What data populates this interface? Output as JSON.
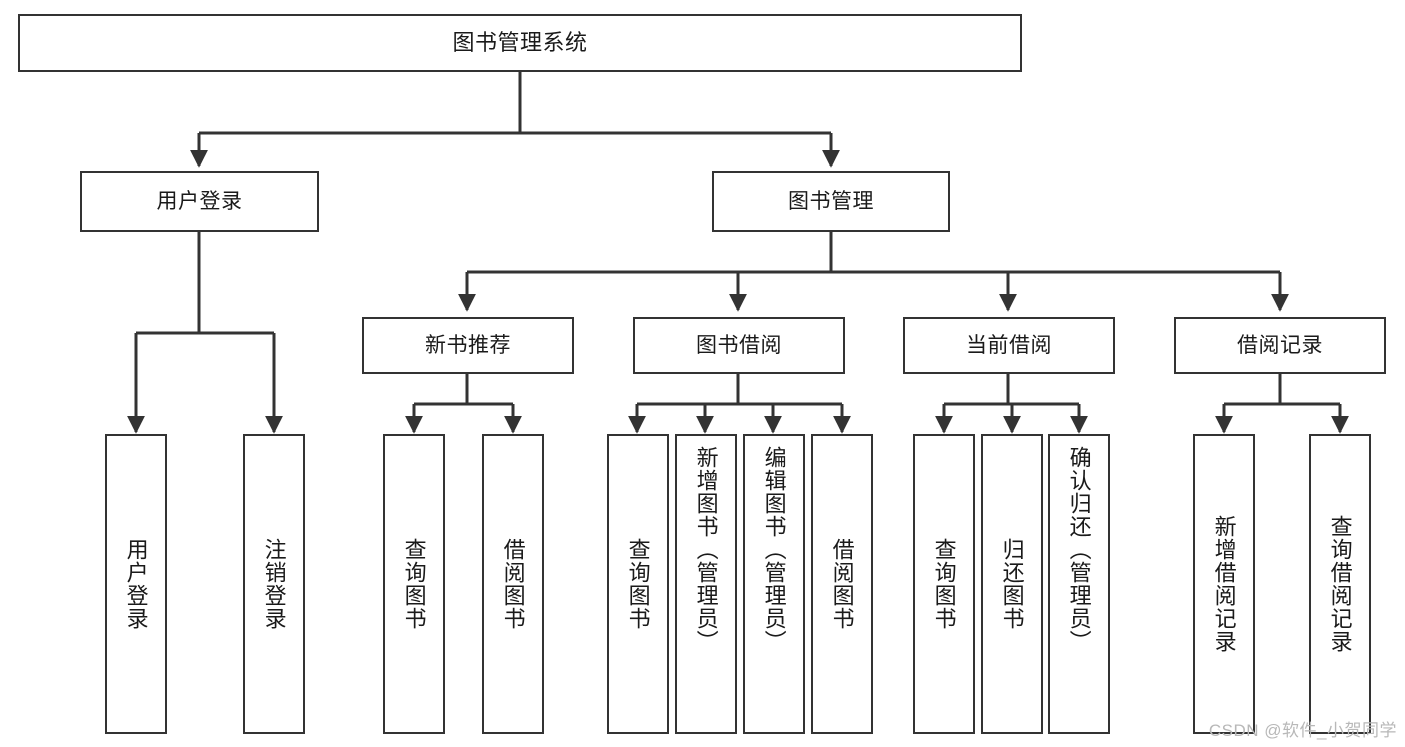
{
  "diagram": {
    "title": "图书管理系统",
    "type": "tree-hierarchy-chart",
    "watermark": "CSDN @软件_小贺同学",
    "colors": {
      "box_border": "#333333",
      "box_fill": "#ffffff",
      "edge": "#333333",
      "text": "#1a1a1a",
      "watermark": "#b8b8b8",
      "background": "#ffffff"
    },
    "nodes": {
      "root": {
        "label": "图书管理系统"
      },
      "level1": [
        {
          "id": "user-login",
          "label": "用户登录"
        },
        {
          "id": "book-manage",
          "label": "图书管理"
        }
      ],
      "level2": [
        {
          "id": "new-book-recommend",
          "label": "新书推荐"
        },
        {
          "id": "book-borrow",
          "label": "图书借阅"
        },
        {
          "id": "current-borrow",
          "label": "当前借阅"
        },
        {
          "id": "borrow-record",
          "label": "借阅记录"
        }
      ],
      "leaves": {
        "user_login": [
          {
            "id": "leaf-user-login",
            "label": "用户登录"
          },
          {
            "id": "leaf-user-logout",
            "label": "注销登录"
          }
        ],
        "new_book_recommend": [
          {
            "id": "leaf-query-book-1",
            "label": "查询图书"
          },
          {
            "id": "leaf-borrow-book-1",
            "label": "借阅图书"
          }
        ],
        "book_borrow": [
          {
            "id": "leaf-query-book-2",
            "label": "查询图书"
          },
          {
            "id": "leaf-add-book",
            "label": "新增图书（管理员）"
          },
          {
            "id": "leaf-edit-book",
            "label": "编辑图书（管理员）"
          },
          {
            "id": "leaf-borrow-book-2",
            "label": "借阅图书"
          }
        ],
        "current_borrow": [
          {
            "id": "leaf-query-book-3",
            "label": "查询图书"
          },
          {
            "id": "leaf-return-book",
            "label": "归还图书"
          },
          {
            "id": "leaf-confirm-return",
            "label": "确认归还（管理员）"
          }
        ],
        "borrow_record": [
          {
            "id": "leaf-add-borrow-record",
            "label": "新增借阅记录"
          },
          {
            "id": "leaf-query-borrow-record",
            "label": "查询借阅记录"
          }
        ]
      }
    }
  }
}
